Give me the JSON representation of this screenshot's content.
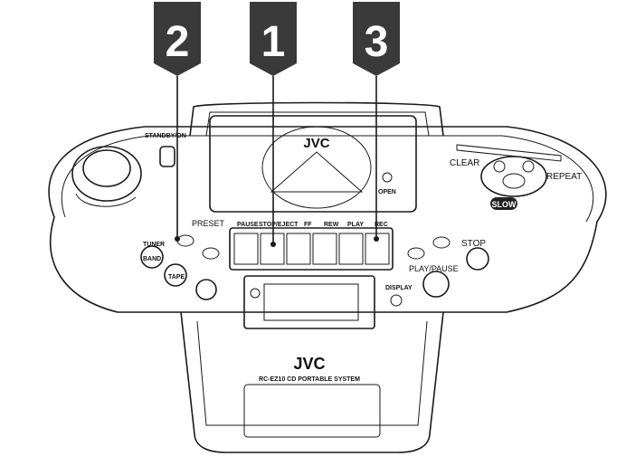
{
  "callouts": [
    {
      "number": "2"
    },
    {
      "number": "1"
    },
    {
      "number": "3"
    }
  ],
  "brand": "JVC",
  "model_line": "RC-EZ10 CD PORTABLE SYSTEM",
  "labels": {
    "standby": "STANDBY/ON",
    "clear": "CLEAR",
    "repeat": "REPEAT",
    "slow": "SLOW",
    "preset": "PRESET",
    "tuner": "TUNER",
    "band": "BAND",
    "tape": "TAPE",
    "stop": "STOP",
    "play_pause": "PLAY/PAUSE",
    "display": "DISPLAY",
    "open": "OPEN",
    "pause": "PAUSE",
    "stop_eject": "STOP/EJECT",
    "ff": "FF",
    "rew": "REW",
    "play": "PLAY",
    "rec": "REC"
  },
  "colors": {
    "callout_fill": "#3a3a3a",
    "callout_text": "#ffffff",
    "line": "#1a1a1a",
    "body": "#ffffff",
    "slow_badge": "#222222"
  }
}
